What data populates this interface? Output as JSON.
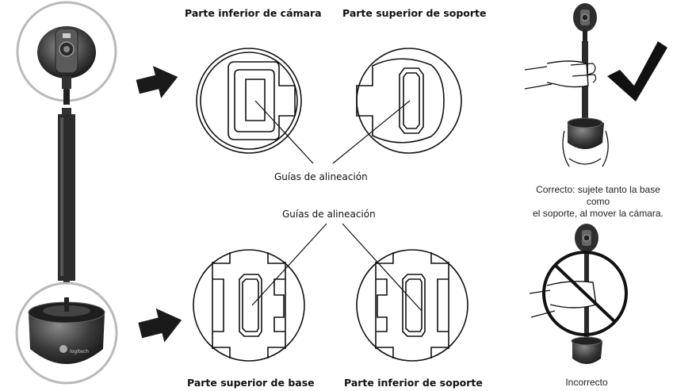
{
  "labels": {
    "camera_bottom": "Parte inferior de cámara",
    "stand_top": "Parte superior de soporte",
    "base_top": "Parte superior de base",
    "stand_bottom": "Parte inferior de soporte",
    "alignment_guides_upper": "Guías de alineación",
    "alignment_guides_lower": "Guías de alineación"
  },
  "captions": {
    "correct_line1": "Correcto: sujete tanto la base como",
    "correct_line2": "el soporte, al mover la cámara.",
    "incorrect": "Incorrecto"
  },
  "icons": {
    "correct": "checkmark-icon",
    "incorrect": "prohibited-icon"
  },
  "colors": {
    "line": "#111111",
    "device_dark": "#2b2b2b",
    "circle_gray": "#b9b9b9"
  }
}
